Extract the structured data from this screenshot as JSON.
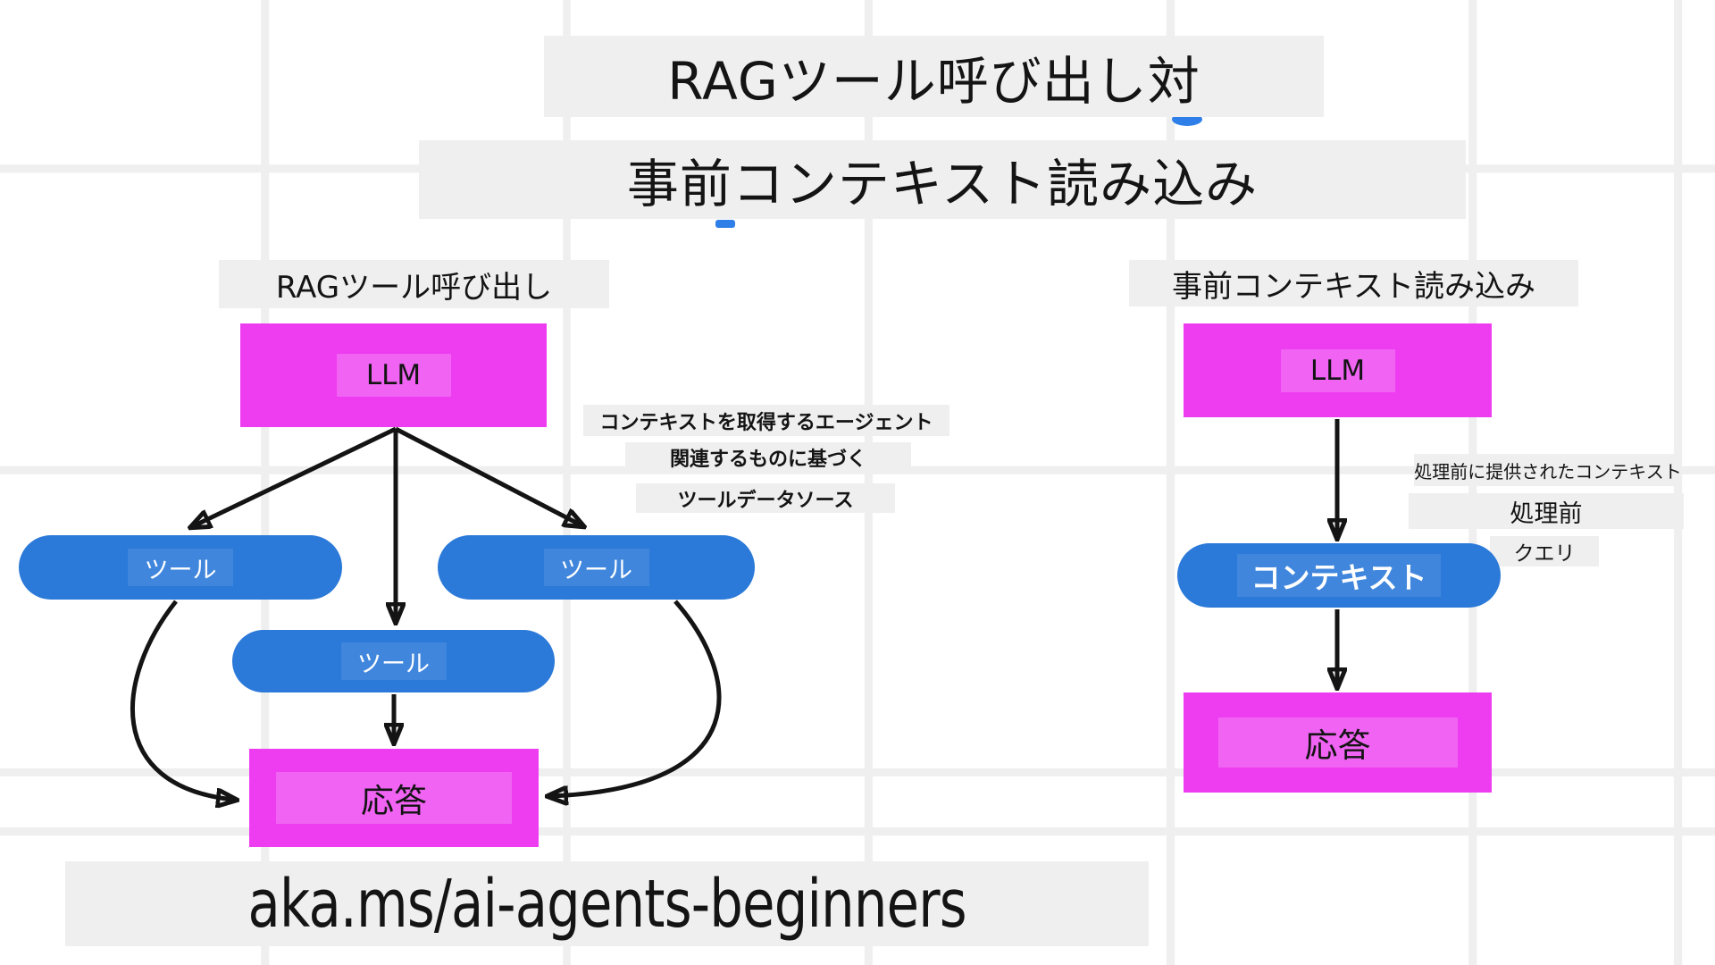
{
  "title": {
    "line1": "RAGツール呼び出し対",
    "line2": "事前コンテキスト読み込み"
  },
  "left": {
    "header": "RAGツール呼び出し",
    "llm": "LLM",
    "tools": [
      "ツール",
      "ツール",
      "ツール"
    ],
    "response": "応答",
    "note1": "コンテキストを取得するエージェント",
    "note2": "関連するものに基づく",
    "note3": "ツールデータソース"
  },
  "right": {
    "header": "事前コンテキスト読み込み",
    "llm": "LLM",
    "context": "コンテキスト",
    "response": "応答",
    "note1": "処理前に提供されたコンテキスト",
    "note2": "処理前",
    "note3": "クエリ"
  },
  "footer": {
    "link": "aka.ms/ai-agents-beginners"
  },
  "colors": {
    "magenta": "#ee3df0",
    "blue": "#2b79d8",
    "label_bg": "#efefef",
    "ink": "#141414",
    "artifact_blue": "#2f7fe8"
  }
}
